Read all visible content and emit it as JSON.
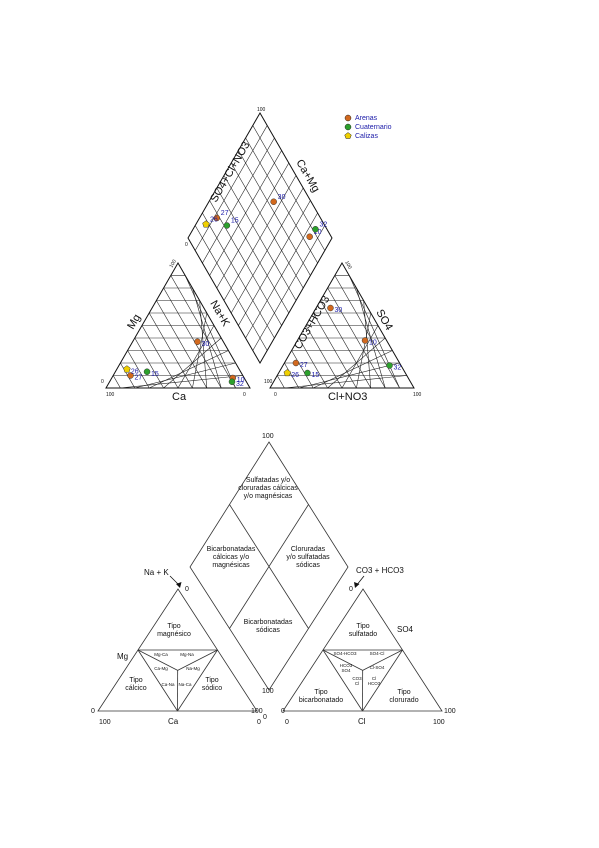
{
  "colors": {
    "arenas": "#d2691e",
    "cuaternario": "#2ca02c",
    "calizas": "#f0d000",
    "point_label": "#1a1aa8"
  },
  "piper": {
    "legend": {
      "items": [
        {
          "key": "arenas",
          "label": "Arenas",
          "marker": "circle"
        },
        {
          "key": "cuaternario",
          "label": "Cuaternario",
          "marker": "circle"
        },
        {
          "key": "calizas",
          "label": "Calizas",
          "marker": "pentagon"
        }
      ]
    },
    "labels": {
      "diamond_left": "SO4+Cl+NO3",
      "diamond_right": "Ca+Mg",
      "cation_left": "Mg",
      "cation_right": "Na+K",
      "cation_bottom": "Ca",
      "anion_left": "CO3+HCO3",
      "anion_right": "SO4",
      "anion_bottom": "Cl+NO3"
    },
    "ticks": {
      "top": "100",
      "left_apex": "100",
      "left_corner": "100",
      "left_right": "0",
      "center": "0",
      "right_left": "100",
      "right_apex": "100",
      "right_corner": "100",
      "mid_left": "0",
      "mid_right": "0"
    },
    "samples": [
      {
        "id": "10",
        "group": "arenas",
        "cation": {
          "Ca": 8,
          "Mg": 8,
          "NaK": 84
        },
        "anion": {
          "HCO3": 15,
          "SO4": 38,
          "Cl": 47
        }
      },
      {
        "id": "27",
        "group": "arenas",
        "cation": {
          "Ca": 78,
          "Mg": 10,
          "NaK": 12
        },
        "anion": {
          "HCO3": 72,
          "SO4": 20,
          "Cl": 8
        }
      },
      {
        "id": "30",
        "group": "arenas",
        "cation": {
          "Ca": 18,
          "Mg": 37,
          "NaK": 45
        },
        "anion": {
          "HCO3": 26,
          "SO4": 64,
          "Cl": 10
        }
      },
      {
        "id": "26",
        "group": "calizas",
        "cation": {
          "Ca": 78,
          "Mg": 15,
          "NaK": 7
        },
        "anion": {
          "HCO3": 82,
          "SO4": 12,
          "Cl": 6
        }
      },
      {
        "id": "15",
        "group": "cuaternario",
        "cation": {
          "Ca": 65,
          "Mg": 13,
          "NaK": 22
        },
        "anion": {
          "HCO3": 68,
          "SO4": 12,
          "Cl": 20
        }
      },
      {
        "id": "32",
        "group": "cuaternario",
        "cation": {
          "Ca": 10,
          "Mg": 5,
          "NaK": 85
        },
        "anion": {
          "HCO3": 8,
          "SO4": 18,
          "Cl": 74
        }
      }
    ]
  },
  "classification": {
    "diamond": {
      "top": "Sulfatadas y/o\ncloruradas cálcicas\ny/o magnésicas",
      "left": "Bicarbonatadas\ncálcicas y/o\nmagnésicas",
      "right": "Cloruradas\ny/o sulfatadas\nsódicas",
      "bottom": "Bicarbonatadas\nsódicas"
    },
    "cation": {
      "top": "Tipo\nmagnésico",
      "left": "Tipo\ncálcico",
      "right": "Tipo\nsódico",
      "cells": [
        "Mg-Ca",
        "Mg-Na",
        "Ca-Mg",
        "Na-Mg",
        "Ca-Na",
        "Na-Ca"
      ]
    },
    "anion": {
      "top": "Tipo\nsulfatado",
      "left": "Tipo\nbicarbonatado",
      "right": "Tipo\nclorurado",
      "cells": [
        "SO4-HCO3",
        "SO4-Cl",
        "HCO3\nSO4",
        "Cl-SO4",
        "CO3\nCl",
        "Cl\nHCO3"
      ]
    },
    "axes": {
      "na_k": "Na + K",
      "co3_hco3": "CO3 + HCO3",
      "mg": "Mg",
      "so4": "SO4",
      "ca": "Ca",
      "cl": "Cl"
    },
    "ticks": {
      "top": "100",
      "na_k_zero": "0",
      "co3_zero": "0",
      "left_zero": "0",
      "left_hundred": "100",
      "mid_left_hundred": "100",
      "mid_left_zero": "0",
      "mid_right_zero": "0",
      "center_hundred": "100",
      "right_zero": "0",
      "right_hundred": "100",
      "bottom_left": "100",
      "bottom_mid": "0",
      "bottom_right": "100",
      "bottom_left2": "0"
    }
  }
}
